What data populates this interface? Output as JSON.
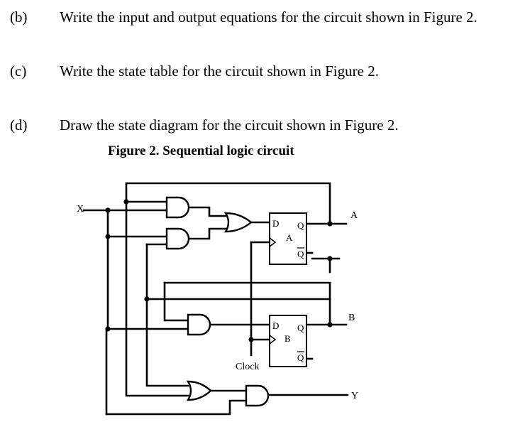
{
  "questions": [
    {
      "label": "(b)",
      "text": "Write the input and output equations for the circuit shown in Figure 2."
    },
    {
      "label": "(c)",
      "text": "Write the state table for the circuit shown in Figure 2."
    },
    {
      "label": "(d)",
      "text": "Draw the state diagram for the circuit shown in Figure 2."
    }
  ],
  "figure": {
    "title": "Figure 2. Sequential logic circuit",
    "input_label": "X",
    "output_a_label": "A",
    "output_b_label": "B",
    "output_y_label": "Y",
    "clock_label": "Clock",
    "flipflop_a": {
      "d": "D",
      "q": "Q",
      "qbar": "Q",
      "name": "A"
    },
    "flipflop_b": {
      "d": "D",
      "q": "Q",
      "qbar": "Q",
      "name": "B"
    }
  }
}
